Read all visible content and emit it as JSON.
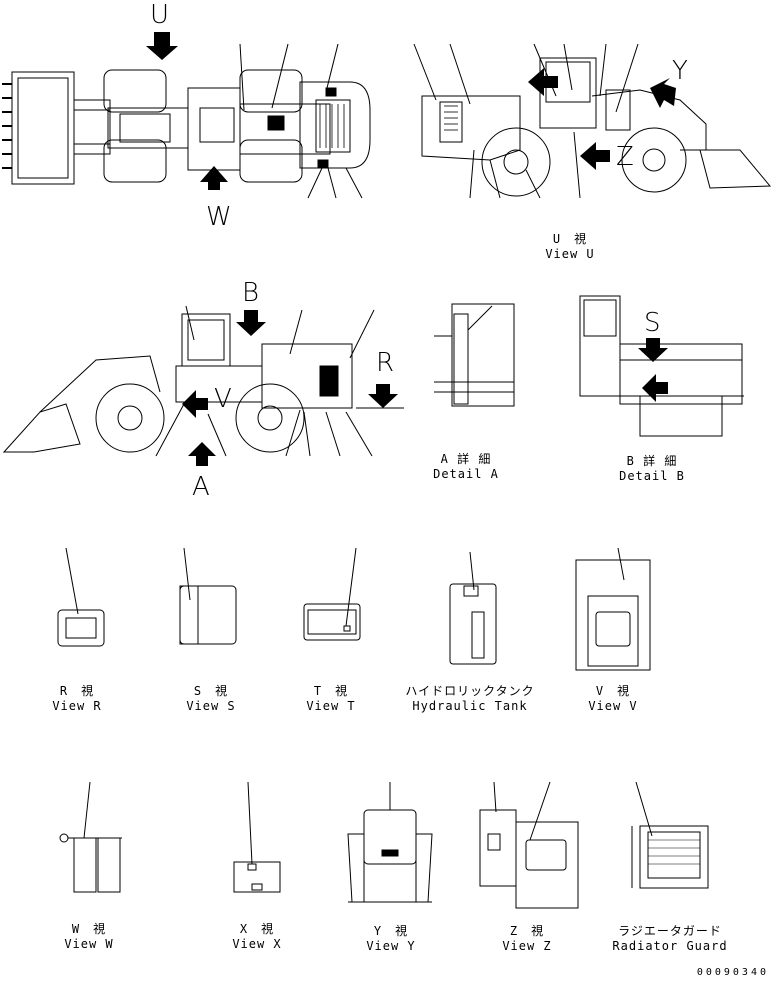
{
  "letters": {
    "u": "U",
    "w": "W",
    "y": "Y",
    "z": "Z",
    "b": "B",
    "r": "R",
    "v": "V",
    "a": "A",
    "s": "S"
  },
  "views": {
    "view_u": {
      "jp": "U　視",
      "en": "View U"
    },
    "detail_a": {
      "jp": "A 詳 細",
      "en": "Detail A"
    },
    "detail_b": {
      "jp": "B 詳 細",
      "en": "Detail B"
    },
    "view_r": {
      "jp": "R　視",
      "en": "View R"
    },
    "view_s": {
      "jp": "S　視",
      "en": "View S"
    },
    "view_t": {
      "jp": "T　視",
      "en": "View T"
    },
    "hydraulic_tank": {
      "jp": "ハイドロリックタンク",
      "en": "Hydraulic Tank"
    },
    "view_v": {
      "jp": "V　視",
      "en": "View V"
    },
    "view_w": {
      "jp": "W　視",
      "en": "View W"
    },
    "view_x": {
      "jp": "X　視",
      "en": "View X"
    },
    "view_y": {
      "jp": "Y　視",
      "en": "View Y"
    },
    "view_z": {
      "jp": "Z　視",
      "en": "View Z"
    },
    "radiator_guard": {
      "jp": "ラジエータガード",
      "en": "Radiator Guard"
    }
  },
  "drawing_code": "00090340",
  "colors": {
    "line": "#000000",
    "background": "#ffffff"
  }
}
